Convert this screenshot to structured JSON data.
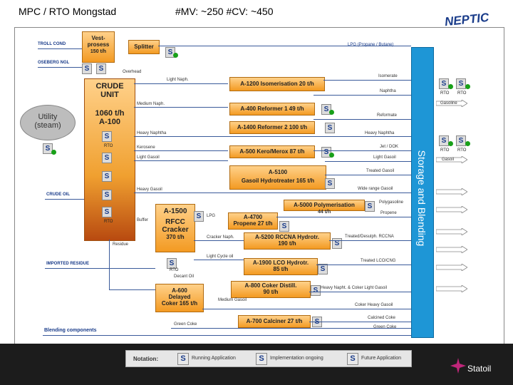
{
  "header": {
    "left": "MPC / RTO Mongstad",
    "mid": "#MV: ~250   #CV: ~450",
    "logo": "NEPTIC"
  },
  "utility": {
    "line1": "Utility",
    "line2": "(steam)"
  },
  "crude": {
    "l1": "CRUDE",
    "l2": "UNIT",
    "l3": "1060 t/h",
    "l4": "A-100"
  },
  "storage": "Storage and Blending",
  "inputs": {
    "troll": "TROLL COND",
    "oseberg": "OSEBERG NGL",
    "crude_oil": "CRUDE OIL",
    "imported": "IMPORTED RESIDUE",
    "blending": "Blending components"
  },
  "units": {
    "vest1": "Vest-",
    "vest2": "prosess",
    "vest3": "150 t/h",
    "splitter": "Splitter",
    "a1200": "A-1200   Isomerisation 20 t/h",
    "a400": "A-400   Reformer 1  49 t/h",
    "a1400": "A-1400   Reformer 2  100 t/h",
    "a500": "A-500   Kero/Merox  87 t/h",
    "a5100_1": "A-5100",
    "a5100_2": "Gasoil Hydrotreater  165 t/h",
    "a5000_1": "A-5000   Polymerisation",
    "a5000_2": "44 t/h",
    "a4700_1": "A-4700",
    "a4700_2": "Propene  27 t/h",
    "a5200_1": "A-5200   RCCNA Hydrotr.",
    "a5200_2": "190 t/h",
    "a1900_1": "A-1900   LCO Hydrotr.",
    "a1900_2": "85 t/h",
    "a800_1": "A-800    Coker Distill.",
    "a800_2": "90 t/h",
    "a700": "A-700   Calciner  27 t/h",
    "a1500_1": "A-1500",
    "a1500_2": "RFCC",
    "a1500_3": "Cracker",
    "a1500_4": "370 t/h",
    "a600_1": "A-600",
    "a600_2": "Delayed",
    "a600_3": "Coker 165 t/h"
  },
  "streams": {
    "lpg_top": "LPG (Propane / Butane)",
    "overhead": "Overhead",
    "light_naph": "Light Naph.",
    "medium_naph": "Medium Naph.",
    "heavy_naphtha": "Heavy Naphtha",
    "kerosene": "Kerosene",
    "light_gasoil": "Light Gasoil",
    "heavy_gasoil": "Heavy Gasoil",
    "buffer": "Buffer",
    "residue": "Residue",
    "lpg": "LPG",
    "cracker_naph": "Cracker Naph.",
    "light_cycle": "Light Cycle oil",
    "decant": "Decant Oil",
    "medium_gasoil": "Medium Gasoil",
    "green_coke": "Green Coke"
  },
  "right_streams": {
    "isomerate": "Isomerate",
    "naphtha": "Naphtha",
    "reformate": "Reformate",
    "heavy_naphtha_r": "Heavy Naphtha",
    "jet": "Jet / DOK",
    "light_gasoil_r": "Light Gasoil",
    "treated_gasoil": "Treated Gasoil",
    "wide_range": "Wide range Gasoil",
    "polygasoline": "Polygasoline",
    "propene": "Propene",
    "treated_desulph": "Treated/Desulph. RCCNA",
    "treated_lco": "Treated LCO/CNG",
    "heavy_naph_coker": "Heavy Napht. & Coker Light Gasoil",
    "coker_heavy": "Coker Heavy Gasoil",
    "calcined": "Calcined Coke",
    "green_coke_r": "Green Coke"
  },
  "products": {
    "gasoline": "Gasoline",
    "gasoil": "Gasoil"
  },
  "rto_label": "RTO",
  "legend": {
    "notation": "Notation:",
    "running": "Running Application",
    "implementation": "Implementation ongoing",
    "future": "Future Application"
  },
  "brand": "Statoil",
  "colors": {
    "unit": "#f39a22",
    "storage": "#1e96d6",
    "line": "#3a5a9a",
    "active": "#18a018"
  }
}
